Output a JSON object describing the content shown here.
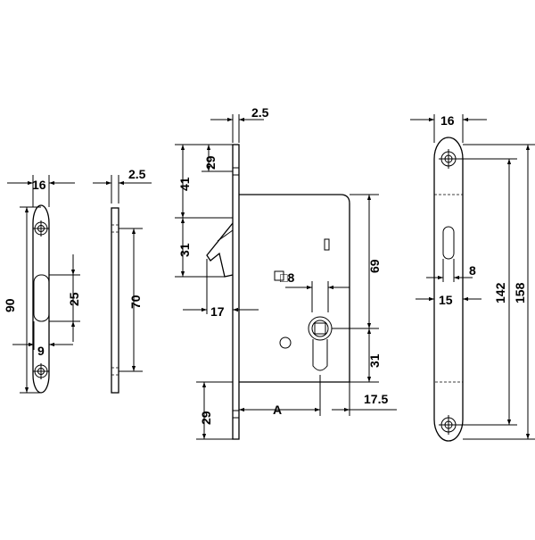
{
  "dimensions": {
    "striker_width": "16",
    "striker_height": "90",
    "striker_slot_length": "25",
    "striker_slot_width": "9",
    "edge_thickness": "2.5",
    "edge_length": "70",
    "lock_faceplate_thickness": "2.5",
    "lock_top_offset": "41",
    "lock_top_screw": "29",
    "lock_hook_height": "31",
    "lock_hook_depth": "17",
    "lock_spindle_square": "□8",
    "lock_body_height": "69",
    "lock_cylinder_offset": "31",
    "lock_bottom_screw": "29",
    "lock_backset": "A",
    "lock_cylinder_edge": "17.5",
    "faceplate_width": "16",
    "faceplate_slot_width": "8",
    "faceplate_slot_offset": "15",
    "faceplate_hole_spacing": "142",
    "faceplate_length": "158"
  }
}
